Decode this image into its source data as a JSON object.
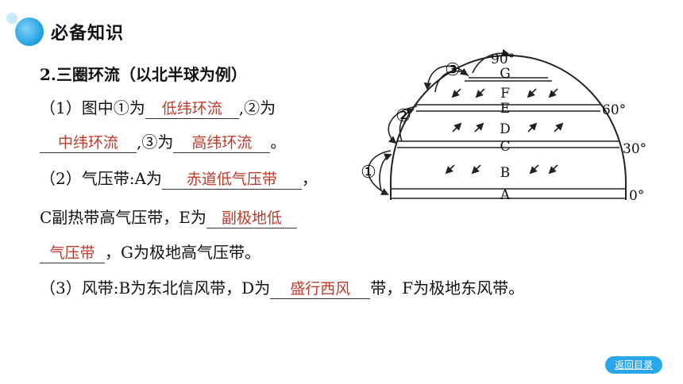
{
  "header": {
    "title": "必备知识"
  },
  "section": {
    "heading": "2.三圈环流（以北半球为例）",
    "q1": {
      "part1": "（1）图中①为",
      "answer1": "低纬环流",
      "part2": ",②为",
      "answer2": "中纬环流",
      "part3": ",③为",
      "answer3": "高纬环流",
      "part4": "。"
    },
    "q2": {
      "part1": "（2）气压带:A为",
      "answer1": "赤道低气压带",
      "part2": "，",
      "part3": "C副热带高气压带，E为",
      "answer2a": "副极地低",
      "answer2b": "气压带",
      "part4": "，G为极地高气压带。"
    },
    "q3": {
      "part1": "（3）风带:B为东北信风带，D为",
      "answer1": "盛行西风",
      "part2": "带，F为极地东风带。"
    }
  },
  "diagram": {
    "letters": [
      "A",
      "B",
      "C",
      "D",
      "E",
      "F",
      "G"
    ],
    "lat_labels": [
      "0°",
      "30°",
      "60°",
      "90°"
    ],
    "circles": [
      "①",
      "②",
      "③"
    ]
  },
  "nav": {
    "back_label": "返回目录"
  }
}
